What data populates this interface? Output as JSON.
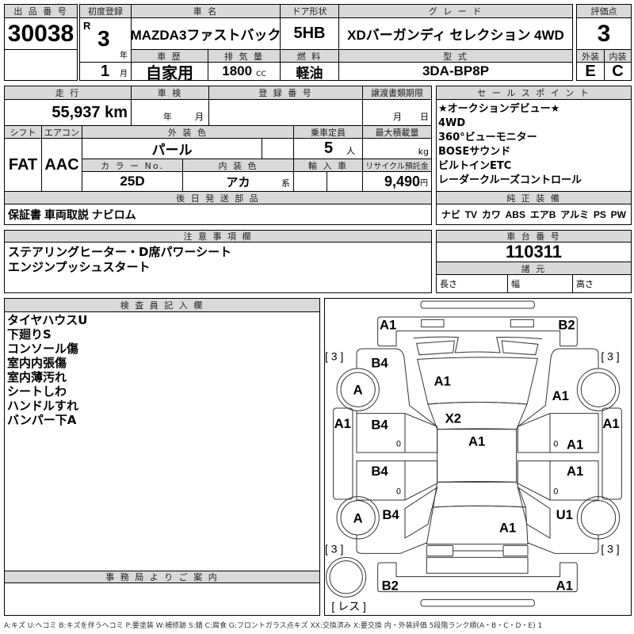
{
  "header": {
    "lot_label": "出 品 番 号",
    "lot_no": "30038",
    "first_reg_label": "初度登録",
    "era": "R",
    "year": "3",
    "year_unit": "年",
    "month": "1",
    "month_unit": "月",
    "car_name_label": "車 名",
    "car_name": "MAZDA3ファストバック",
    "door_label": "ドア形状",
    "door": "5HB",
    "grade_label": "グ レ ー ド",
    "grade": "XDバーガンディ セレクション 4WD",
    "history_label": "車 歴",
    "history": "自家用",
    "displacement_label": "排 気 量",
    "displacement": "1800",
    "displacement_unit": "CC",
    "fuel_label": "燃 料",
    "fuel": "軽油",
    "model_label": "型 式",
    "model": "3DA-BP8P",
    "score_label": "評価点",
    "score": "3",
    "exterior_label": "外装",
    "interior_label": "内装",
    "exterior": "E",
    "interior": "C"
  },
  "details": {
    "mileage_label": "走 行",
    "mileage": "55,937 km",
    "inspection_label": "車 検",
    "inspection_year": "年",
    "inspection_month": "月",
    "reg_no_label": "登 録 番 号",
    "transfer_label": "譲渡書類期限",
    "transfer_month": "月",
    "transfer_day": "日",
    "shift_label": "シフト",
    "shift": "FAT",
    "ac_label": "エアコン",
    "ac": "AAC",
    "ext_color_label": "外 装 色",
    "ext_color": "パール",
    "capacity_label": "乗車定員",
    "capacity": "5",
    "capacity_unit": "人",
    "max_load_label": "最大積載量",
    "max_load_unit": "kg",
    "color_no_label": "カ ラ ー No.",
    "color_no": "25D",
    "int_color_label": "内 装 色",
    "int_color": "アカ",
    "int_color_unit": "系",
    "import_label": "輸 入 車",
    "recycle_label": "リサイクル預託金",
    "recycle": "9,490",
    "recycle_unit": "円",
    "later_parts_label": "後 日 発 送 部 品",
    "later_parts": "保証書 車両取説 ナビロム"
  },
  "sales_points": {
    "label": "セ ー ル ス ポ イ ン ト",
    "items": [
      "★オークションデビュー★",
      "4WD",
      "360°ビューモニター",
      "BOSEサウンド",
      "ビルトインETC",
      "レーダークルーズコントロール"
    ]
  },
  "equipment": {
    "label": "純 正 装 備",
    "items": [
      "ナビ",
      "TV",
      "カワ",
      "ABS",
      "エアB",
      "アルミ",
      "PS",
      "PW"
    ]
  },
  "notes": {
    "label": "注 意 事 項 欄",
    "lines": [
      "ステアリングヒーター・D席パワーシート",
      "エンジンプッシュスタート"
    ]
  },
  "chassis": {
    "label": "車 台 番 号",
    "number": "110311",
    "specs_label": "諸 元",
    "length_label": "長さ",
    "width_label": "幅",
    "height_label": "高さ"
  },
  "inspector": {
    "label": "検 査 員 記 入 欄",
    "lines": [
      "タイヤハウスU",
      "下廻りS",
      "コンソール傷",
      "室内内張傷",
      "室内薄汚れ",
      "シートしわ",
      "ハンドルすれ",
      "バンパー下A"
    ]
  },
  "office": {
    "label": "事 務 局 よ り ご 案 内"
  },
  "diagram": {
    "front_bumper_left": "A1",
    "front_bumper_right": "B2",
    "hood": "A1",
    "windshield": "X2",
    "roof": "A1",
    "lf_fender": "B4",
    "rf_fender": "A1",
    "lf_door": "B4",
    "lr_door": "B4",
    "rf_door": "A1",
    "rr_door": "A1",
    "l_rocker": "A1",
    "r_rocker": "A1",
    "lr_fender": "B4",
    "rr_fender": "U1",
    "trunk": "A1",
    "rear_bumper_left": "B2",
    "rear_bumper_right": "A1",
    "lf_wheel": "A",
    "lr_wheel": "A",
    "tread_lf": "[ 3 ]",
    "tread_rf": "[ 3 ]",
    "tread_lr": "[ 3 ]",
    "tread_rr": "[ 3 ]",
    "spare": "[ レス ]",
    "zero_marks": [
      "0",
      "0",
      "0",
      "0"
    ]
  },
  "legend": "A:キズ U:ヘコミ B:キズを伴うヘコミ P:要塗装 W:補修跡 S:錆 C:腐食 G:フロントガラス点キズ XX:交換済み X:要交換 内・外装評価 5段階ランク順(A・B・C・D・E) 1"
}
